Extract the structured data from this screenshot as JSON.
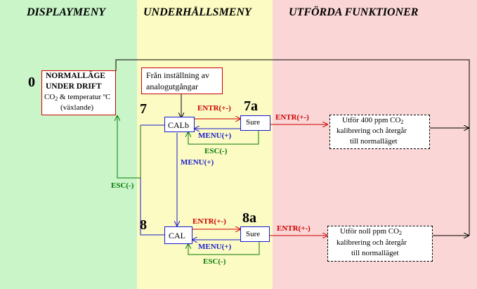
{
  "headers": {
    "display": "DISPLAYMENY",
    "service": "UNDERHÅLLSMENY",
    "functions": "UTFÖRDA FUNKTIONER"
  },
  "numbers": {
    "n0": "0",
    "n7": "7",
    "n7a": "7a",
    "n8": "8",
    "n8a": "8a"
  },
  "normal_box": {
    "line1": "NORMALLÄGE",
    "line2": "UNDER DRIFT",
    "line3_a": "CO",
    "line3_sub": "2",
    "line3_b": " & temperatur ºC",
    "line4": "(växlande)"
  },
  "analog_box": {
    "line1": "Från inställning av",
    "line2": "analogutgångar"
  },
  "calb_box": "CALb",
  "cal_box": "CAL",
  "sure_top": "Sure",
  "sure_bottom": "Sure",
  "labels": {
    "entr_7": "ENTR(+-)",
    "menu_7": "MENU(+)",
    "esc_7": "ESC(-)",
    "menu_mid": "MENU(+)",
    "esc_left": "ESC(-)",
    "entr_8": "ENTR(+-)",
    "menu_8": "MENU(+)",
    "esc_8": "ESC(-)",
    "entr_func_top": "ENTR(+-)",
    "entr_func_bottom": "ENTR(+-)"
  },
  "func_top": {
    "line1_a": "Utför 400 ppm CO",
    "line1_sub": "2",
    "line2": "kalibrering och återgår",
    "line3": "till normalläget"
  },
  "func_bottom": {
    "line1_a": "Utför noll ppm CO",
    "line1_sub": "2",
    "line2": "kalibrering och återgår",
    "line3": "till normalläget"
  },
  "colors": {
    "green_panel": "#c9f5c9",
    "yellow_panel": "#fbfbc3",
    "red_panel": "#fbd6d6",
    "red": "#cc0000",
    "blue": "#1a1ad0",
    "green": "#0a7a0a"
  }
}
